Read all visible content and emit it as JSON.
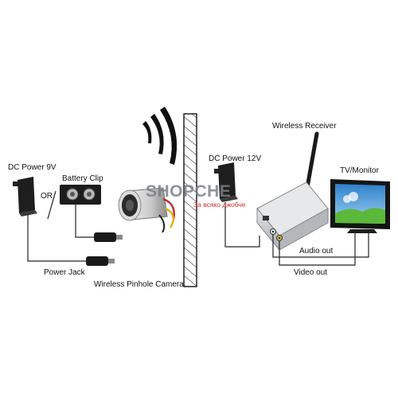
{
  "labels": {
    "dc_power_9v": "DC Power 9V",
    "or": "OR",
    "battery_clip": "Battery Clip",
    "power_jack": "Power Jack",
    "wireless_pinhole_camera": "Wireless Pinhole Camera",
    "dc_power_12v": "DC Power 12V",
    "wireless_receiver": "Wireless Receiver",
    "tv_monitor": "TV/Monitor",
    "audio_out": "Audio out",
    "video_out": "Video out"
  },
  "watermark": {
    "brand": "SHOPCHE",
    "tagline": "За всяко джобче"
  },
  "colors": {
    "line": "#222222",
    "wall_hatch": "#333333",
    "device_dark": "#1e1e1e",
    "receiver_body": "#c9ccd0",
    "tv_frame": "#141414",
    "tv_screen_sky": "#4aa3e0",
    "tv_screen_grass": "#5cb83a",
    "watermark_text": "#7b7f8a",
    "watermark_accent": "#d0302c"
  }
}
